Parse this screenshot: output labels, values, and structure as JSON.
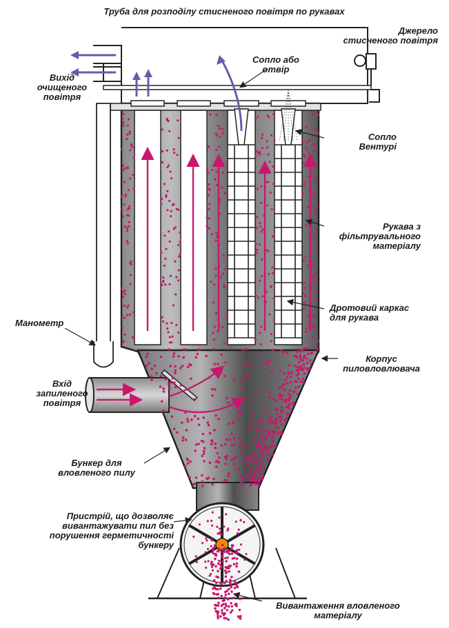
{
  "labels": {
    "top_pipe": "Труба для розподілу стисненого повітря по рукавах",
    "air_source": [
      "Джерело",
      "стисненого повітря"
    ],
    "outlet": [
      "Вихід",
      "очищеного",
      "повітря"
    ],
    "nozzle": [
      "Сопло або",
      "отвір"
    ],
    "venturi": [
      "Сопло",
      "Вентурі"
    ],
    "bags": [
      "Рукава з",
      "фільтрувального",
      "матеріалу"
    ],
    "wire_cage": [
      "Дротовий каркас",
      "для рукава"
    ],
    "manometer": "Манометр",
    "body": [
      "Корпус",
      "пиловловлювача"
    ],
    "inlet": [
      "Вхід",
      "запиленого",
      "повітря"
    ],
    "hopper": [
      "Бункер для",
      "вловленого пилу"
    ],
    "airlock": [
      "Пристрій, що дозволяє",
      "вивантажувати пил без",
      "порушення герметичності",
      "бункеру"
    ],
    "discharge": [
      "Вивантаження вловленого",
      "матеріалу"
    ]
  },
  "colors": {
    "dust": "#c8186e",
    "air_arrow": "#6a5aa8",
    "outline": "#222222",
    "bag": "#ffffff",
    "hub": "#f08a00"
  }
}
